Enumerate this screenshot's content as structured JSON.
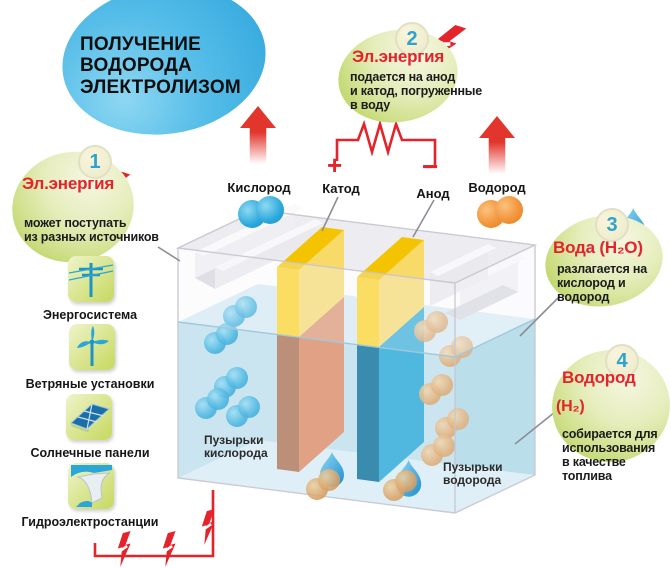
{
  "title": {
    "text": "ПОЛУЧЕНИЕ\nВОДОРОДА\nЭЛЕКТРОЛИЗОМ"
  },
  "callouts": [
    {
      "num": "1",
      "title": "Эл.энергия",
      "body": "может поступать\nиз разных источников"
    },
    {
      "num": "2",
      "title": "Эл.энергия",
      "body": "подается на анод\nи катод, погруженные\nв воду"
    },
    {
      "num": "3",
      "title": "Вода (H₂O)",
      "body": "разлагается на\nкислород и\nводород"
    },
    {
      "num": "4",
      "title": "Водород",
      "formula": "(H₂)",
      "body": "собирается для\nиспользования\nв качестве\nтоплива"
    }
  ],
  "sources": [
    {
      "label": "Энергосистема",
      "icon": "power-grid-icon"
    },
    {
      "label": "Ветряные установки",
      "icon": "wind-turbine-icon"
    },
    {
      "label": "Солнечные панели",
      "icon": "solar-panel-icon"
    },
    {
      "label": "Гидроэлектростанции",
      "icon": "hydro-dam-icon"
    }
  ],
  "cell": {
    "oxygen_label": "Кислород",
    "hydrogen_label": "Водород",
    "cathode_label": "Катод",
    "anode_label": "Анод",
    "plus_sign": "+",
    "minus_sign": "−",
    "oxygen_bubbles_label": "Пузырьки\nкислорода",
    "hydrogen_bubbles_label": "Пузырьки\nводорода"
  },
  "colors": {
    "accent_red": "#e3242b",
    "title_blob_blue": "#3fb2e2",
    "callout_green": "#cdde84",
    "number_blue": "#2fa3ce",
    "oxygen_blue": "#29a7db",
    "hydrogen_orange": "#f2953c",
    "electrode_yellow": "#ffd21e",
    "cathode_submerged": "#db8f6e",
    "anode_submerged": "#2fabd8",
    "water_blue": "#b9ddec"
  }
}
